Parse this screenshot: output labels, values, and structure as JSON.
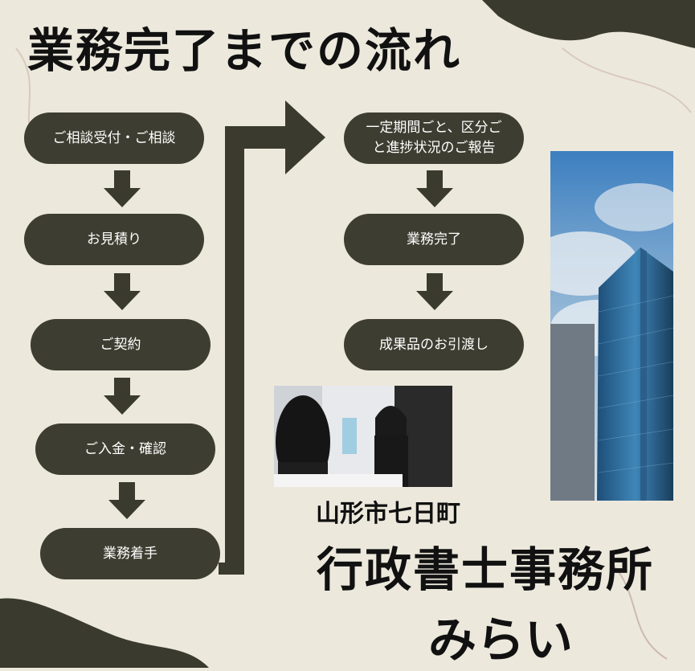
{
  "title": "業務完了までの流れ",
  "flow_left": [
    "ご相談受付・ご相談",
    "お見積り",
    "ご契約",
    "ご入金・確認",
    "業務着手"
  ],
  "flow_right": [
    "一定期間ごと、区分ご\nと進捗状況のご報告",
    "業務完了",
    "成果品のお引渡し"
  ],
  "office": {
    "location": "山形市七日町",
    "name": "行政書士事務所",
    "brand": "みらい"
  },
  "colors": {
    "background": "#ece8dc",
    "pill": "#3d3d31",
    "accent_dark": "#3a3a2e"
  }
}
